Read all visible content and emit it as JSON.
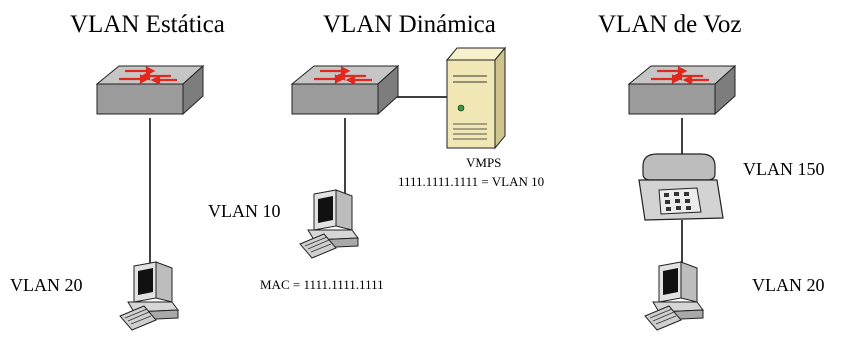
{
  "titles": {
    "static": "VLAN Estática",
    "dynamic": "VLAN Dinámica",
    "voice": "VLAN de Voz"
  },
  "labels": {
    "static_pc_vlan": "VLAN 20",
    "dynamic_pc_vlan": "VLAN 10",
    "pc_mac": "MAC = 1111.1111.1111",
    "server_name": "VMPS",
    "server_mapping": "1111.1111.1111 = VLAN 10",
    "phone_vlan": "VLAN 150",
    "voice_pc_vlan": "VLAN 20"
  },
  "colors": {
    "switch_top": "#c6c6c6",
    "switch_body": "#9b9b9b",
    "arrow": "#e0281e",
    "server_body": "#f1e7b4",
    "phone_body": "#cfcfcf",
    "pc_body": "#dcdcdc",
    "link": "#000000"
  },
  "icons": [
    "switch-icon",
    "server-icon",
    "ip-phone-icon",
    "workstation-icon"
  ]
}
